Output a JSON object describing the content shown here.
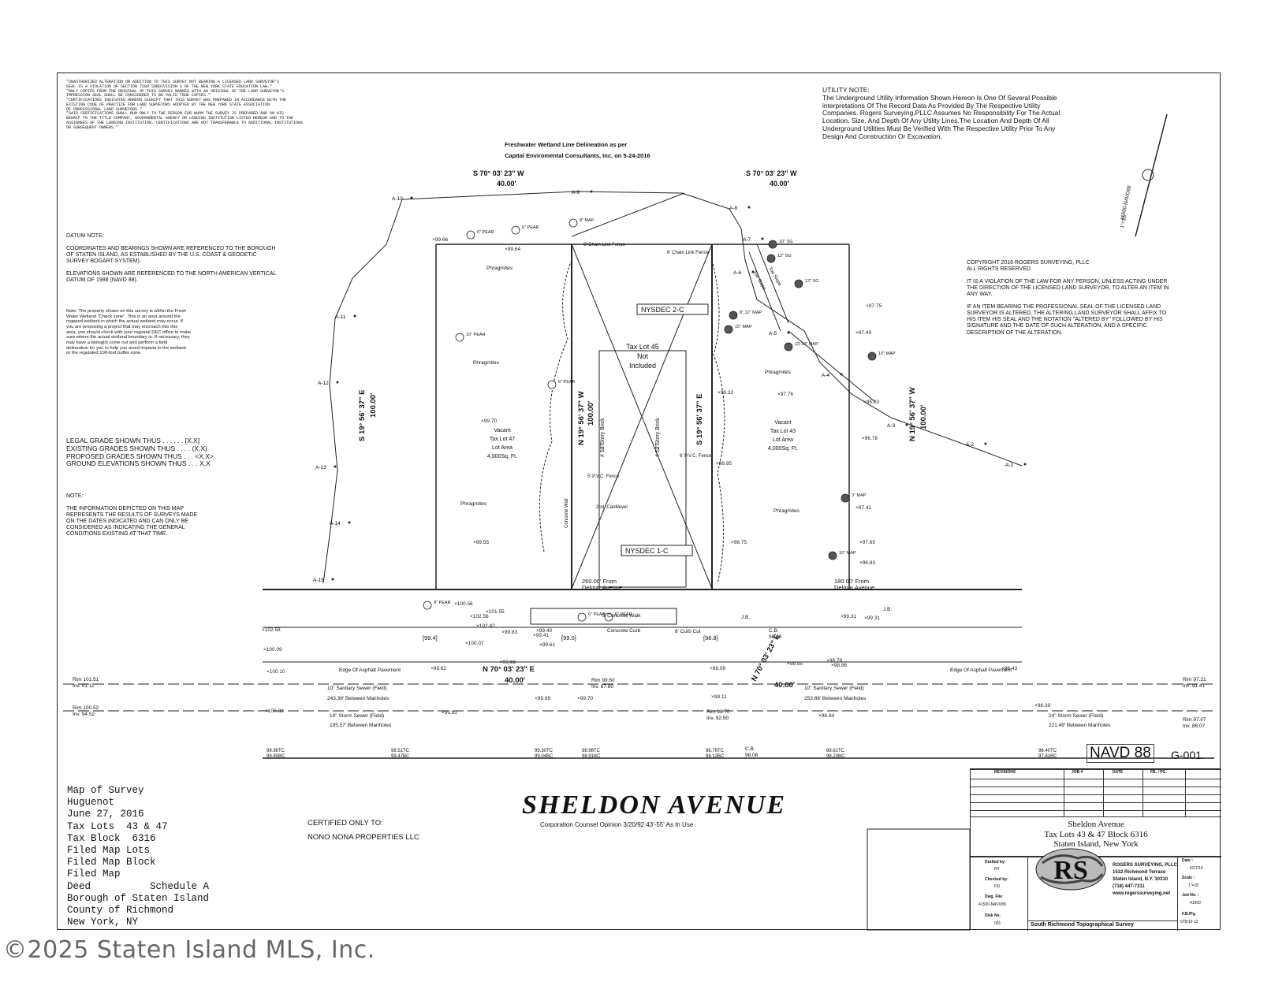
{
  "notes": {
    "legal": [
      "\"UNAUTHORIZED ALTERATION OR ADDITION TO THIS SURVEY NOT BEARING A LICENSED LAND SURVEYOR'S",
      "SEAL IS A VIOLATION OF SECTION 7209 SUBDIVISION 2 OF THE NEW YORK STATE EDUCATION LAW.\"",
      "\"ONLY COPIES FROM THE ORIGINAL OF THIS SURVEY MARKED WITH AN ORIGINAL OF THE LAND SURVEYOR'S",
      "IMPRESSION SEAL SHALL BE CONSIDERED TO BE VALID TRUE COPIES.\"",
      "\"CERTIFICATIONS INDICATED HEREON SIGNIFY THAT THIS SURVEY WAS PREPARED IN ACCORDANCE WITH THE",
      "EXISTING CODE OF PRACTICE FOR LAND SURVEYORS ADOPTED BY THE NEW YORK STATE ASSOCIATION",
      "OF PROFESSIONAL LAND SURVEYORS.\"",
      "\"SAID CERTIFICATIONS SHALL RUN ONLY TO THE PERSON FOR WHOM THE SURVEY IS PREPARED AND ON HIS",
      "BEHALF TO THE TITLE COMPANY, GOVERNMENTAL AGENCY OR LENDING INSTITUTION LISTED HEREON AND TO THE",
      "ASSIGNEES OF THE LENDING INSTITUTION. CERTIFICATIONS ARE NOT TRANSFERABLE TO ADDITIONAL INSTITUTIONS",
      "OR SUBSEQUENT OWNERS.\""
    ],
    "datum": [
      "DATUM NOTE:",
      "",
      "COORDINATES AND BEARINGS SHOWN ARE REFERENCED TO THE BOROUGH",
      "OF STATEN ISLAND, AS ESTABLISHED BY THE U.S. COAST & GEODETIC",
      "SURVEY BOGART SYSTEM).",
      "",
      "ELEVATIONS SHOWN ARE REFERENCED TO THE NORTH AMERICAN VERTICAL",
      "DATUM OF 1988 (NAVD 88)."
    ],
    "wetland": [
      "Note: The property shown on this survey is within the Fresh",
      "Water Wetland \"Check zone\". This is an area around the",
      "mapped wetland in which the actual wetland may occur. If",
      "you are proposing a project that may encroach into this",
      "area, you should check with your regional DEC office to make",
      "sure where the actual wetland boundary is. If necessary, they",
      "may have a biologist come out and perform a field",
      "delineation for you to help you avoid impacts in the wetland",
      "or the regulated 100-foot buffer zone."
    ],
    "grades": [
      "LEGAL GRADE SHOWN THUS . . . . . . [X.X]",
      "EXISTING GRADES SHOWN THUS . . . . (X.X)",
      "PROPOSED GRADES SHOWN THUS . . . <X.X>",
      "GROUND ELEVATIONS SHOWN THUS . . . X.X"
    ],
    "info": [
      "NOTE:",
      "",
      "THE INFORMATION DEPICTED ON THIS MAP",
      "REPRESENTS THE RESULTS OF SURVEYS MADE",
      "ON THE DATES INDICATED AND CAN ONLY BE",
      "CONSIDERED AS INDICATING THE GENERAL",
      "CONDITIONS EXISTING AT THAT TIME."
    ],
    "utility": [
      "UTILITY NOTE:",
      "The Underground Utility Information Shown Hereon Is One Of Several Possible",
      "interpretations Of The Record Data As Provided By The Respective Utility",
      "Companies. Rogers Surveying,PLLC Assumes No Responsibility For The Actual",
      "Location, Size, And Depth Of Any Utility Lines.The Location And Depth Of All",
      "Underground Utilities Must Be Verified With The Respective Utility Prior To Any",
      "Design And Construction Or Excavation."
    ],
    "copyright_note": [
      "COPYRIGHT 2016 ROGERS SURVEYING, PLLC",
      "ALL RIGHTS RESERVED",
      "",
      "IT IS A VIOLATION OF THE LAW FOR ANY PERSON, UNLESS ACTING UNDER",
      "THE DIRECTION OF THE LICENSED LAND SURVEYOR, TO ALTER AN ITEM IN",
      "ANY WAY.",
      "",
      "IF AN ITEM BEARING THE PROFESSIONAL SEAL OF THE LICENSED LAND",
      "SURVEYOR IS ALTERED, THE ALTERING LAND SURVEYOR SHALL AFFIX TO",
      "HIS ITEM HIS SEAL AND THE NOTATION \"ALTERED BY\" FOLLOWED BY HIS",
      "SIGNATURE AND THE DATE OF SUCH ALTERATION, AND A SPECIFIC",
      "DESCRIPTION OF THE ALTERATION."
    ]
  },
  "plan": {
    "wetland_note": [
      "Freshwater Wetland Line Delineation as per",
      "Capital Enviromental Consultants, Inc. on 5-24-2016"
    ],
    "bearing_top_left": "S 70° 03' 23\" W",
    "dist_top_left": "40.00'",
    "bearing_top_right": "S 70° 03' 23\" W",
    "dist_top_right": "40.00'",
    "bearing_left": "S 19° 56' 37\" E",
    "dist_left": "100.00'",
    "bearing_right": "N 19° 56' 37\" W",
    "dist_right": "100.00'",
    "bearing_mid1": "N 19° 56' 37\" W",
    "dist_mid1": "100.00'",
    "bearing_mid2": "S 19° 56' 37\" E",
    "nysdec_2c": "NYSDEC 2-C",
    "nysdec_1c": "NYSDEC 1-C",
    "lot45": [
      "Tax Lot 45",
      "Not",
      "Included"
    ],
    "lot47": [
      "Vacant",
      "Tax Lot 47",
      "Lot Area",
      "4,000Sq. Ft."
    ],
    "lot43": [
      "Vacant",
      "Tax Lot 43",
      "Lot Area",
      "4,000Sq. Ft."
    ],
    "building": [
      "2 Story Brick",
      "# 517"
    ],
    "building2": [
      "2 Story Brick",
      "# 517"
    ],
    "phragmites": "Phragmites",
    "from_delmar_left": [
      "260.00' From",
      "Delmar Avenue"
    ],
    "from_delmar_right": [
      "180.00' From",
      "Delmar Avenue"
    ],
    "concrete_walk": "5' Concrete Walk",
    "concrete_curb": "Concrete Curb",
    "curb_cut": "8' Curb Cut",
    "asphalt": "Edge Of Asphalt Pavement",
    "sewer_10": "10\" Sanitary Sewer (Field)",
    "sewer_10_len": "243.39' Between Manholes",
    "sewer_10b": "10\" Sanitary Sewer (Field)",
    "sewer_10b_len": "253.88' Between Manholes",
    "storm_18": "18\" Storm Sewer (Field)",
    "storm_18_len": "195.57' Between Manholes",
    "storm_24": "24\" Storm Sewer (Field)",
    "storm_24_len": "221.49' Between Manholes",
    "bearing_street_left": "N 70° 03' 23\" E",
    "dist_street_left": "40.00'",
    "bearing_street_right": "N 70° 03' 23\" E",
    "dist_street_right": "40.00'",
    "rim_left1": [
      "Rim 101.51",
      "Inv. 91.11"
    ],
    "rim_left2": [
      "Rim 100.52",
      "Inv. 94.52"
    ],
    "rim_mid1": [
      "Rim 99.60",
      "Inv. 87.80"
    ],
    "rim_mid2": [
      "Rim 98.70",
      "Inv. 92.50"
    ],
    "rim_right1": [
      "Rim 97.21",
      "Inv. 91.41"
    ],
    "rim_right2": [
      "Rim 97.07",
      "Inv. 86.07"
    ],
    "fence_chain": "6' Chain Link Fence",
    "fence_pvc": "6' P.V.C. Fence",
    "fence_pvc2": "5' P.V.C. Fence",
    "concrete_wall": "Concrete Wall",
    "cantilever": "2nd. Cantilever",
    "cb": "C.B.",
    "jb": "J.B.",
    "grade_labels": [
      "[99.4]",
      "[99.0]",
      "[98.8]"
    ],
    "elevations": [
      "99.66",
      "99.64",
      "99.70",
      "99.55",
      "99.32",
      "99.95",
      "98.75",
      "97.76",
      "97.49",
      "97.75",
      "95.03",
      "96.78",
      "97.41",
      "97.65",
      "96.83",
      "100.56",
      "102.56",
      "102.42",
      "100.07",
      "102.58",
      "100.09",
      "101.55",
      "99.83",
      "99.41",
      "99.40",
      "99.61",
      "99.66",
      "99.62",
      "100.10",
      "99.09",
      "99.11",
      "98.95",
      "98.78",
      "98.86",
      "99.31",
      "99.31",
      "98.43",
      "99.85",
      "99.70",
      "100.32",
      "99.92",
      "98.94",
      "98.39"
    ],
    "monuments": [
      "A-1",
      "A-2",
      "A-3",
      "A-4",
      "A-5",
      "A-6",
      "A-7",
      "A-8",
      "A-9",
      "A-10",
      "A-11",
      "A-12",
      "A-13",
      "A-14",
      "A-15"
    ],
    "trees": [
      "6\" PEAR",
      "6\" PEAR",
      "8\" MAP",
      "10\" PEAR",
      "6\" PEAR",
      "8\" PEAR",
      "6\" PEAR",
      "6\" PEAR",
      "10\" SG",
      "12\" SG",
      "12\" SG",
      "8\",12\" MAP",
      "15\" MAP",
      "(2) 10\" MAP",
      "12\" MAP",
      "3\" MAP",
      "16\" MAP"
    ],
    "slope_labels": [
      "Toe Slope",
      "Top Slope"
    ],
    "curb_values": [
      "99.98TC",
      "99.90BC",
      "99.51TC",
      "99.47BC",
      "99.30TC",
      "99.04BC",
      "98.98TC",
      "98.91BC",
      "98.76TC",
      "98.12BC",
      "98.61TC",
      "98.23BC",
      "98.40TC",
      "97.81BC"
    ],
    "cb2": "C.B.",
    "cb2_val": "98.08",
    "cb_val": "98.48",
    "north_label": [
      "41500-NAVD88",
      "1\"=15'"
    ]
  },
  "street": {
    "name": "SHELDON AVENUE",
    "opinion": "Corporation Counsel Opinion 3/20/92 43'-55' As In Use"
  },
  "certified": {
    "label": "CERTIFIED ONLY TO:",
    "to": "NONO NONA PROPERTIES LLC"
  },
  "survey_info": [
    "Map of Survey",
    "Huguenot",
    "June 27, 2016",
    "Tax Lots  43 & 47",
    "Tax Block  6316",
    "Filed Map Lots",
    "Filed Map Block",
    "Filed Map",
    "Deed          Schedule A",
    "Borough of Staten Island",
    "County of Richmond",
    "New York, NY"
  ],
  "title_block": {
    "navd": "NAVD 88",
    "sheet": "G-001.",
    "rev_headers": [
      "REVISIONS",
      "JOB #",
      "DATE",
      "FB. / PG."
    ],
    "project": [
      "Sheldon Avenue",
      "Tax Lots 43 & 47 Block 6316",
      "Staten Island, New York"
    ],
    "drafted_label": "Drafted by:",
    "drafted": "RY",
    "checked_label": "Checked by:",
    "checked": "DD",
    "dwg_label": "Dwg. File:",
    "dwg": "41500-NAVD88",
    "disk_label": "Disk No.",
    "disk": "001",
    "date_label": "Date :",
    "date": "6/27/16",
    "scale_label": "Scale :",
    "scale": "1\"=15'",
    "job_label": "Job No. :",
    "job": "41500",
    "fb_label": "F.B./Pg.",
    "fb": "978/10-12",
    "company": [
      "ROGERS SURVEYING, PLLC",
      "1532 Richmond Terrace",
      "Staten Island, N.Y. 10310",
      "(718) 447-7311",
      "www.rogerssurveying.net"
    ],
    "logo_text": "RS",
    "footer": "South Richmond Topographical Survey"
  },
  "watermark": "©2025 Staten Island MLS, Inc."
}
